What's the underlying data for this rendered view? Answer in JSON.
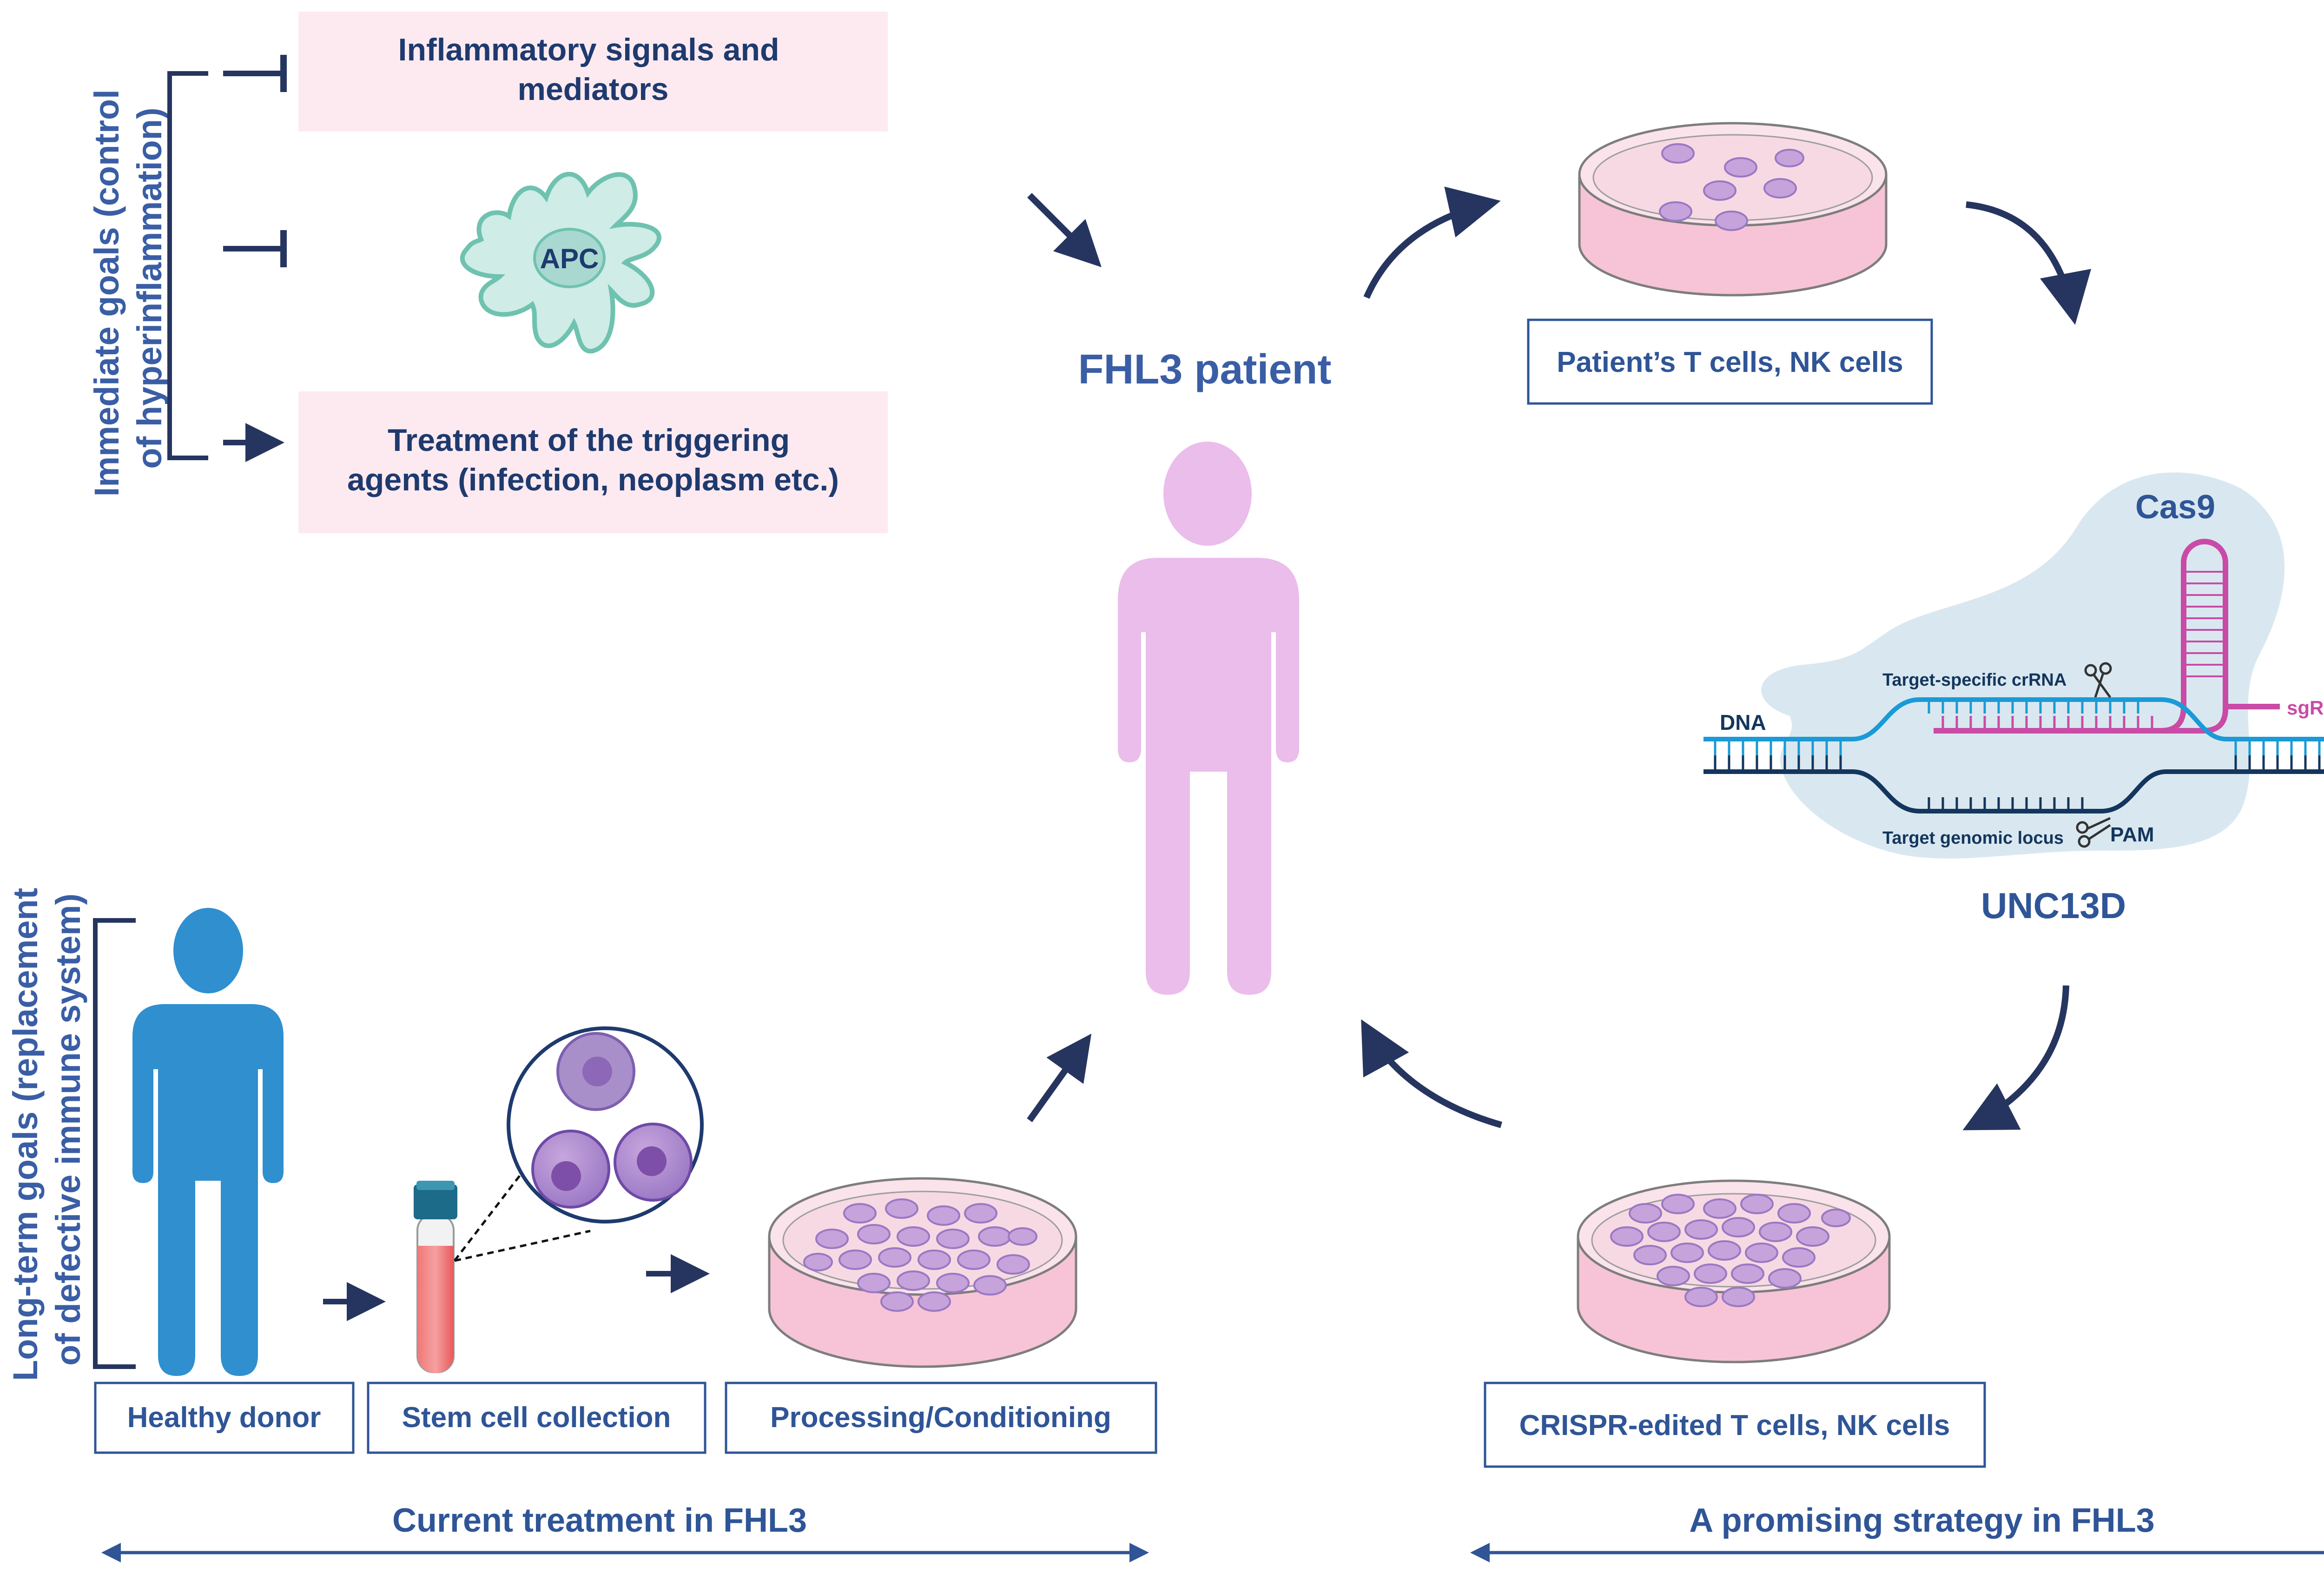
{
  "labels": {
    "patient_title": "FHL3 patient",
    "immediate_goals_line1": "Immediate goals (control",
    "immediate_goals_line2": "of hyperinflammation)",
    "long_term_goals_line1": "Long-term goals (replacement",
    "long_term_goals_line2": "of defective immune system)",
    "inflammatory_line1": "Inflammatory signals and",
    "inflammatory_line2": "mediators",
    "apc": "APC",
    "trigger_line1": "Treatment of the triggering",
    "trigger_line2": "agents (infection, neoplasm etc.)",
    "healthy_donor": "Healthy donor",
    "stem_cell_collection": "Stem cell collection",
    "processing": "Processing/Conditioning",
    "patient_cells": "Patient’s T cells, NK cells",
    "crispr_cells": "CRISPR-edited T cells, NK cells",
    "cas9": "Cas9",
    "dna": "DNA",
    "sgrna": "sgRNA",
    "crrna": "Target-specific crRNA",
    "locus": "Target genomic locus",
    "pam": "PAM",
    "unc13d": "UNC13D",
    "current_treatment": "Current treatment in FHL3",
    "promising_strategy": "A promising strategy in FHL3"
  },
  "colors": {
    "title_blue": "#3a5ea5",
    "navy": "#1e2f5c",
    "box_blue": "#2f5597",
    "pink_box": "#fdeaf1",
    "patient_pink": "#ebbdeb",
    "donor_blue": "#2f8fcf",
    "apc_green": "#cfece7",
    "dna_blue": "#1a9ad6",
    "dna_dark": "#14365d",
    "sgrna_magenta": "#c94ba6",
    "cas9_bg": "#d9e8f0"
  }
}
